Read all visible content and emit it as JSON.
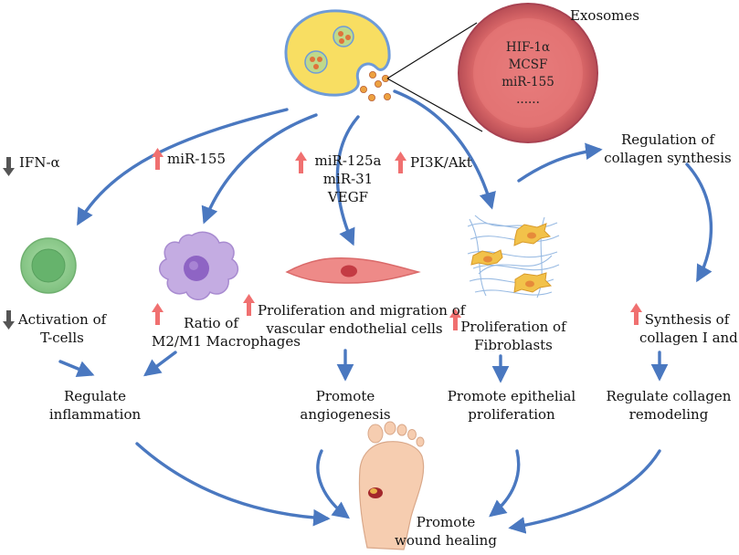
{
  "header": {
    "exosomes_label": "Exosomes"
  },
  "exosome_contents": [
    "HIF-1α",
    "MCSF",
    "miR-155",
    "......"
  ],
  "pathways": {
    "tcell": {
      "signal": "IFN-α",
      "signal_direction": "down",
      "effect": [
        "Activation of",
        "T-cells"
      ],
      "effect_direction": "down"
    },
    "macrophage": {
      "signal": "miR-155",
      "signal_direction": "up",
      "effect": [
        "Ratio of",
        "M2/M1 Macrophages"
      ],
      "effect_direction": "up"
    },
    "endothelial": {
      "signal": [
        "miR-125a",
        "miR-31",
        "VEGF"
      ],
      "signal_direction": "up",
      "effect": [
        "Proliferation and migration of",
        "vascular endothelial cells"
      ],
      "effect_direction": "up"
    },
    "fibroblast": {
      "signal": "PI3K/Akt",
      "signal_direction": "up",
      "effect": [
        "Proliferation of",
        "Fibroblasts"
      ],
      "effect_direction": "up"
    },
    "collagen": {
      "regulation": [
        "Regulation of",
        "collagen synthesis"
      ],
      "effect": [
        "Synthesis of",
        "collagen I and III"
      ],
      "effect_direction": "up"
    }
  },
  "outcomes": {
    "inflammation": [
      "Regulate",
      "inflammation"
    ],
    "angiogenesis": [
      "Promote",
      "angiogenesis"
    ],
    "epithelial": [
      "Promote epithelial",
      "proliferation"
    ],
    "remodeling": [
      "Regulate collagen",
      "remodeling"
    ],
    "final": [
      "Promote",
      "wound healing"
    ]
  },
  "colors": {
    "arrow_blue": "#4A78C0",
    "up_red": "#F07070",
    "down_gray": "#555555",
    "cell_yellow": "#F8DE62",
    "exosome_pink": "#E07070",
    "tcell_green": "#8CCB8C",
    "macrophage_purple": "#B49AD8",
    "endothelial_red": "#E57373",
    "fibroblast_orange": "#F2C24A"
  },
  "icons": {
    "source_cell": "stem-cell-icon",
    "exosome_zoom": "exosome-zoom-icon",
    "tcell": "t-cell-icon",
    "macrophage": "macrophage-icon",
    "endothelial": "endothelial-cell-icon",
    "fibroblast": "fibroblast-icon",
    "foot": "wounded-foot-icon",
    "up": "up-arrow-icon",
    "down": "down-arrow-icon"
  }
}
